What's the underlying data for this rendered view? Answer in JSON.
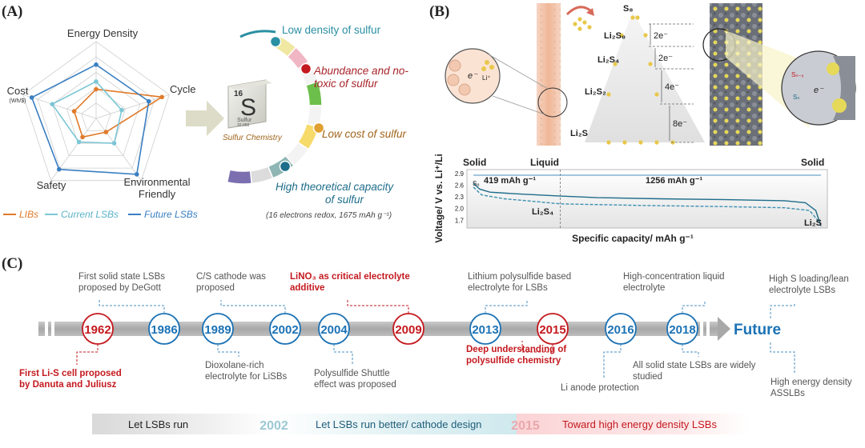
{
  "panels": {
    "a": "(A)",
    "b": "(B)",
    "c": "(C)"
  },
  "radar": {
    "axes": [
      "Energy Density",
      "Cycle",
      "Environmental Friendly",
      "Safety",
      "Cost"
    ],
    "cost_unit": "(Wh/$)",
    "series": [
      {
        "name": "LIBs",
        "color": "#e07a2a",
        "values": [
          0.38,
          0.9,
          0.22,
          0.3,
          0.3
        ]
      },
      {
        "name": "Current LSBs",
        "color": "#7cc6d6",
        "values": [
          0.48,
          0.35,
          0.4,
          0.38,
          0.6
        ]
      },
      {
        "name": "Future LSBs",
        "color": "#3a7fc2",
        "values": [
          0.7,
          0.72,
          0.9,
          0.82,
          0.88
        ]
      }
    ],
    "legend": [
      "LIBs",
      "Current LSBs",
      "Future LSBs"
    ]
  },
  "sulfur": {
    "number": "16",
    "symbol": "S",
    "name": "Sulfur",
    "mass": "32.066",
    "caption": "Sulfur Chemistry",
    "props": [
      {
        "text": "Low density of sulfur",
        "color": "#2a8fa3"
      },
      {
        "text": "Abundance and no-",
        "color": "#a8252b"
      },
      {
        "text": "toxic of sulfur",
        "color": "#a8252b"
      },
      {
        "text": "Low cost of sulfur",
        "color": "#a0651c"
      },
      {
        "text": "High theoretical capacity",
        "color": "#1e6d8a"
      },
      {
        "text": "of sulfur",
        "color": "#1e6d8a"
      }
    ],
    "note": "(16 electrons redox, 1675 mAh g⁻¹)"
  },
  "mechanism": {
    "species": [
      "S₈",
      "Li₂S₈",
      "Li₂S₄",
      "Li₂S₂",
      "Li₂S"
    ],
    "electrons": [
      "2e⁻",
      "2e⁻",
      "4e⁻",
      "8e⁻"
    ],
    "particle_e": "e⁻",
    "particle_li": "Li⁺",
    "right_e": "e⁻",
    "right_sn": "Sₙ₋ₓ",
    "right_sn2": "Sₙ"
  },
  "voltage": {
    "ylabel": "Voltage/ V vs. Li⁺/Li",
    "xlabel": "Specific capacity/ mAh g⁻¹",
    "yticks": [
      "2.9",
      "2.6",
      "2.3",
      "2.0",
      "1.7"
    ],
    "phases": [
      "Solid",
      "Liquid",
      "Solid"
    ],
    "cap1": "419 mAh g⁻¹",
    "cap2": "1256 mAh g⁻¹",
    "s8": "S₈",
    "li2s4": "Li₂S₄",
    "li2s": "Li₂S",
    "chart_data": {
      "type": "line",
      "xlabel": "Specific capacity/ mAh g⁻¹",
      "ylabel": "Voltage/ V vs. Li⁺/Li",
      "ylim": [
        1.5,
        3.0
      ],
      "xlim": [
        0,
        1675
      ],
      "series": [
        {
          "x": [
            0,
            30,
            80,
            200,
            419,
            600,
            900,
            1200,
            1500,
            1600,
            1650,
            1675
          ],
          "y": [
            2.65,
            2.5,
            2.42,
            2.38,
            2.32,
            2.28,
            2.25,
            2.23,
            2.2,
            2.15,
            1.95,
            1.55
          ]
        },
        {
          "x": [
            0,
            40,
            150,
            300,
            419,
            800,
            1200,
            1500,
            1620,
            1675
          ],
          "y": [
            2.55,
            2.35,
            2.25,
            2.18,
            2.12,
            2.08,
            2.05,
            2.02,
            1.95,
            1.6
          ]
        }
      ]
    }
  },
  "timeline": {
    "years": [
      "1962",
      "1986",
      "1989",
      "2002",
      "2004",
      "2009",
      "2013",
      "2015",
      "2016",
      "2018"
    ],
    "future": "Future",
    "events": [
      {
        "lines": [
          "First Li-S cell proposed",
          "by Danuta and Juliusz"
        ],
        "color": "#c4191f"
      },
      {
        "lines": [
          "First solid state LSBs",
          "proposed by DeGott"
        ],
        "color": "#555"
      },
      {
        "lines": [
          "Dioxolane-rich",
          "electrolyte for LiSBs"
        ],
        "color": "#555"
      },
      {
        "lines": [
          "C/S cathode was",
          "proposed"
        ],
        "color": "#555"
      },
      {
        "lines": [
          "Polysulfide Shuttle",
          "effect was proposed"
        ],
        "color": "#555"
      },
      {
        "lines": [
          "LiNO₃ as critical electrolyte",
          "additive"
        ],
        "color": "#c4191f"
      },
      {
        "lines": [
          "Lithium polysulfide based",
          "electrolyte for LSBs"
        ],
        "color": "#555"
      },
      {
        "lines": [
          "Deep understanding of",
          "polysulfide chemistry"
        ],
        "color": "#c4191f"
      },
      {
        "lines": [
          "Li anode protection"
        ],
        "color": "#555"
      },
      {
        "lines": [
          "High-concentration liquid",
          "electrolyte"
        ],
        "color": "#555"
      },
      {
        "lines": [
          "All solid state LSBs are widely",
          "studied"
        ],
        "color": "#555"
      },
      {
        "lines": [
          "High S loading/lean",
          "electrolyte LSBs"
        ],
        "color": "#555"
      },
      {
        "lines": [
          "High energy density",
          "ASSLBs"
        ],
        "color": "#555"
      }
    ],
    "eras": [
      "Let LSBs run",
      "2002",
      "Let LSBs run better/ cathode design",
      "2015",
      "Toward high energy density LSBs"
    ]
  }
}
